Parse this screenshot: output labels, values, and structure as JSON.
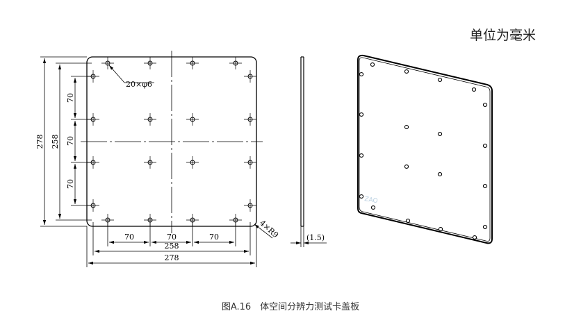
{
  "unit_label": "单位为毫米",
  "caption": "图A.16　体空间分辨力测试卡盖板",
  "front_view": {
    "dim_holes": "20×φ6",
    "dim_radius": "4×R9",
    "dim_total_width": "278",
    "dim_hole_span_width": "258",
    "dim_total_height": "278",
    "dim_hole_span_height": "258",
    "pitch_x": [
      "70",
      "70",
      "70"
    ],
    "pitch_y": [
      "70",
      "70",
      "70"
    ]
  },
  "side_view": {
    "dim_thickness": "(1.5)"
  },
  "colors": {
    "line": "#000000",
    "iso_fill": "#ffffff"
  }
}
